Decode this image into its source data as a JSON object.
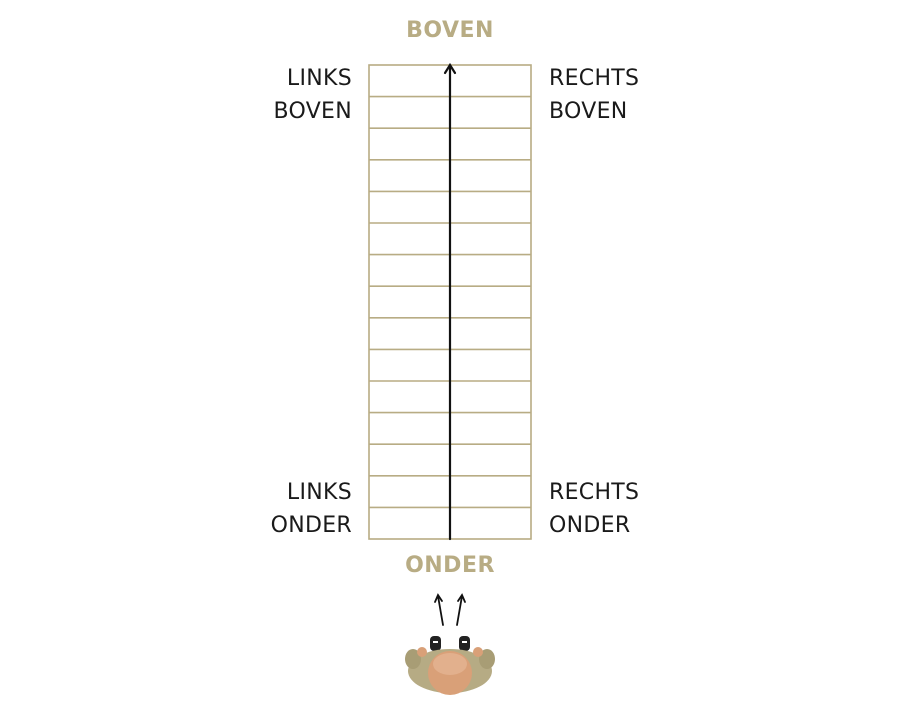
{
  "labels": {
    "top": "BOVEN",
    "bottom": "ONDER",
    "top_left_1": "LINKS",
    "top_left_2": "BOVEN",
    "top_right_1": "RECHTS",
    "top_right_2": "BOVEN",
    "bottom_left_1": "LINKS",
    "bottom_left_2": "ONDER",
    "bottom_right_1": "RECHTS",
    "bottom_right_2": "ONDER"
  },
  "colors": {
    "accent": "#b8ac84",
    "text": "#1a1a1a",
    "arrow": "#111111",
    "jacket": "#b6ab84",
    "skin": "#d9a078",
    "hair": "#e2b08d"
  },
  "icons": {
    "direction_arrow": "arrow-up-icon",
    "person": "person-topview-icon"
  }
}
